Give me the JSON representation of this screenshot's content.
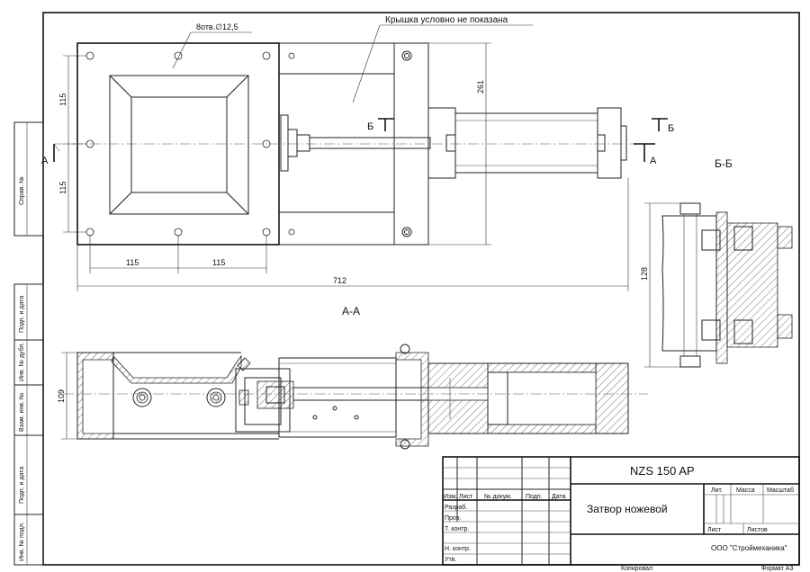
{
  "drawing": {
    "hole_note": "8отв.∅12,5",
    "cover_note": "Крышка условно не показана",
    "dims": {
      "d115_a": "115",
      "d115_b": "115",
      "d115_c": "115",
      "d115_d": "115",
      "d261": "261",
      "d712": "712",
      "d128": "128",
      "d109": "109"
    },
    "section_marks": {
      "a_left": "А",
      "a_right": "А",
      "b_top": "Б",
      "b_right": "Б"
    },
    "view_labels": {
      "section_aa": "А-А",
      "section_bb": "Б-Б"
    }
  },
  "side_strip": {
    "sprav_no": "Справ. №",
    "podp_data_1": "Подп. и дата",
    "inv_dubl": "Инв. № дубл.",
    "vzam_inv": "Взам. инв. №",
    "podp_data_2": "Подп. и дата",
    "inv_podl": "Инв. № подл."
  },
  "title_block": {
    "designation": "NZS 150 AP",
    "name": "Затвор ножевой",
    "company": "ООО \"Строймеханика\"",
    "col_izm": "Изм.",
    "col_list": "Лист",
    "col_dokum": "№ докум.",
    "col_podp": "Подп.",
    "col_data": "Дата",
    "row_razrab": "Разраб.",
    "row_prov": "Пров.",
    "row_tkontr": "Т. контр.",
    "row_nkontr": "Н. контр.",
    "row_utv": "Утв.",
    "lit": "Лит.",
    "massa": "Масса",
    "masshtab": "Масштаб",
    "list": "Лист",
    "listov": "Листов"
  },
  "footer": {
    "kopiroval": "Копировал",
    "format": "Формат А3"
  }
}
